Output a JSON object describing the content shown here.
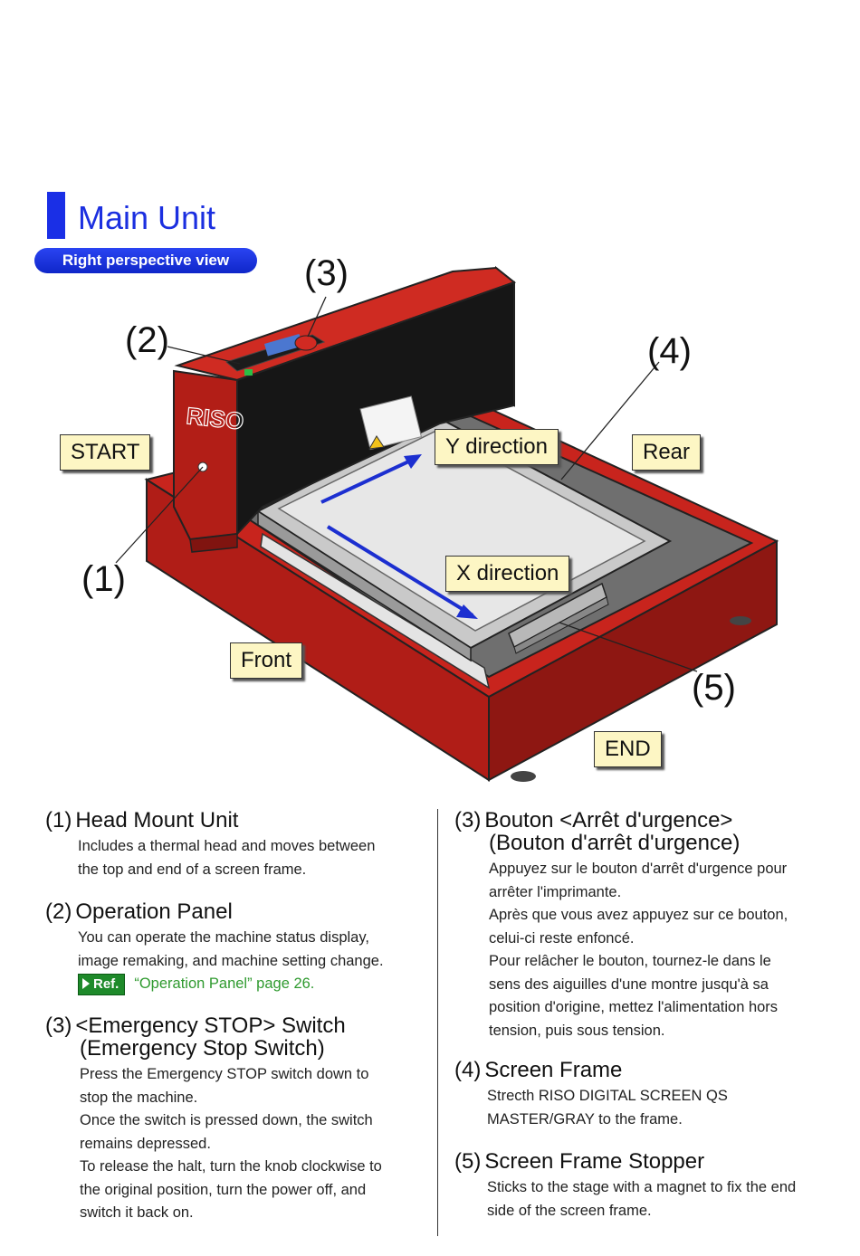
{
  "page": {
    "title": "Main Unit",
    "view_label": "Right perspective view"
  },
  "figure": {
    "callouts": [
      "(1)",
      "(2)",
      "(3)",
      "(4)",
      "(5)"
    ],
    "labels": {
      "start": "START",
      "y_direction": "Y direction",
      "rear": "Rear",
      "x_direction": "X direction",
      "front": "Front",
      "end": "END"
    },
    "brand": "RISO",
    "colors": {
      "body": "#c0201a",
      "tray": "#7b7b7b",
      "arrow": "#1c2fd0",
      "label_bg": "#fdf6c4"
    }
  },
  "items": [
    {
      "num": "(1)",
      "title": "Head Mount Unit",
      "body": [
        "Includes a thermal head and moves between",
        "the top and end of a screen frame."
      ]
    },
    {
      "num": "(2)",
      "title": "Operation Panel",
      "body": [
        "You can operate the machine status display,",
        "image remaking, and machine setting change."
      ],
      "ref_badge": "Ref.",
      "ref_text": "“Operation Panel” page 26."
    },
    {
      "num": "(3)",
      "title": "<Emergency STOP> Switch",
      "title_cont": "(Emergency Stop Switch)",
      "body": [
        "Press the Emergency STOP switch down to",
        "stop the machine.",
        "Once the switch is pressed down, the switch",
        "remains depressed.",
        "To release the halt, turn the knob clockwise to",
        "the original position, turn the power off, and",
        "switch it back on."
      ]
    },
    {
      "num": "(3)",
      "title": "Bouton <Arrêt d'urgence>",
      "title_cont": "(Bouton d'arrêt d'urgence)",
      "body": [
        "Appuyez sur le bouton d'arrêt d'urgence pour",
        "arrêter l'imprimante.",
        "Après que vous avez appuyez sur ce bouton,",
        "celui-ci reste enfoncé.",
        "Pour relâcher le bouton, tournez-le dans le",
        "sens des aiguilles d'une montre jusqu'à sa",
        "position d'origine, mettez l'alimentation hors",
        "tension, puis sous tension."
      ]
    },
    {
      "num": "(4)",
      "title": "Screen Frame",
      "body": [
        "Strecth RISO DIGITAL SCREEN QS",
        "MASTER/GRAY to the frame."
      ]
    },
    {
      "num": "(5)",
      "title": "Screen Frame Stopper",
      "body": [
        "Sticks to the stage with a magnet to fix the end",
        "side of the screen frame."
      ]
    }
  ]
}
